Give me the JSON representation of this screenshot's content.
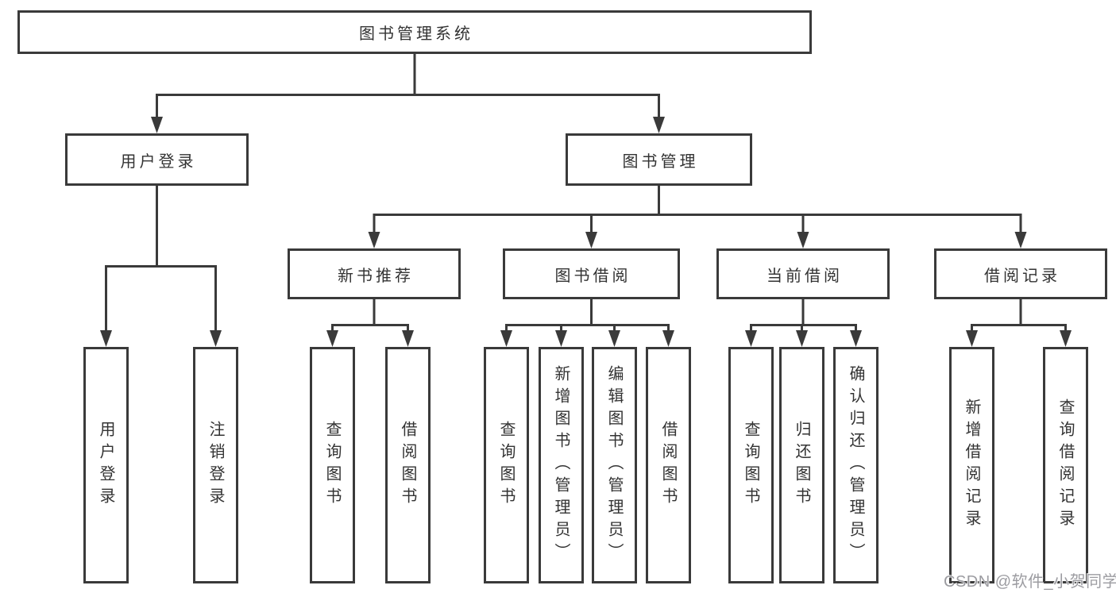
{
  "diagram": {
    "colors": {
      "line": "#3a3a3a",
      "node_text": "#333333",
      "watermark_text": "#9c9ca1"
    },
    "root": {
      "label": "图书管理系统"
    },
    "branches": [
      {
        "label": "用户登录",
        "children": [
          {
            "label": "用户登录"
          },
          {
            "label": "注销登录"
          }
        ]
      },
      {
        "label": "图书管理",
        "children": [
          {
            "label": "新书推荐",
            "children": [
              {
                "label": "查询图书"
              },
              {
                "label": "借阅图书"
              }
            ]
          },
          {
            "label": "图书借阅",
            "children": [
              {
                "label": "查询图书"
              },
              {
                "label": "新增图书（管理员）"
              },
              {
                "label": "编辑图书（管理员）"
              },
              {
                "label": "借阅图书"
              }
            ]
          },
          {
            "label": "当前借阅",
            "children": [
              {
                "label": "查询图书"
              },
              {
                "label": "归还图书"
              },
              {
                "label": "确认归还（管理员）"
              }
            ]
          },
          {
            "label": "借阅记录",
            "children": [
              {
                "label": "新增借阅记录"
              },
              {
                "label": "查询借阅记录"
              }
            ]
          }
        ]
      }
    ],
    "watermark": "CSDN @软件_小贺同学"
  }
}
